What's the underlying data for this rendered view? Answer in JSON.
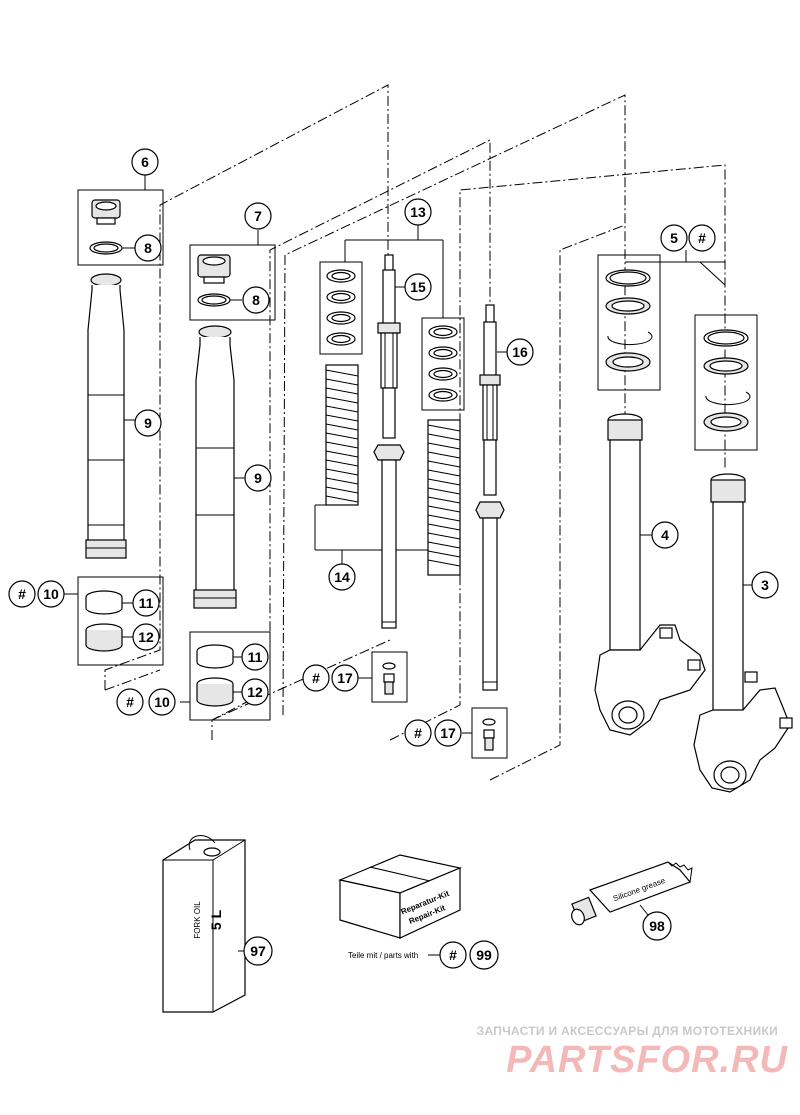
{
  "callouts": {
    "c6": "6",
    "c7": "7",
    "c8a": "8",
    "c8b": "8",
    "c9a": "9",
    "c9b": "9",
    "c10a": "10",
    "c10b": "10",
    "c11a": "11",
    "c11b": "11",
    "c12a": "12",
    "c12b": "12",
    "c13": "13",
    "c14": "14",
    "c15": "15",
    "c16": "16",
    "c17a": "17",
    "c17b": "17",
    "c5": "5",
    "c4": "4",
    "c3": "3",
    "c97": "97",
    "c98": "98",
    "c99": "99",
    "hash": "#"
  },
  "labels": {
    "fork_oil_line1": "FORK OIL",
    "fork_oil_line2": "5 L",
    "repair_kit_line1": "Reparatur-Kit",
    "repair_kit_line2": "Repair-Kit",
    "parts_with": "Teile mit / parts with",
    "silicone": "Silicone grease"
  },
  "watermark": {
    "tagline": "ЗАПЧАСТИ И АКСЕССУАРЫ ДЛЯ МОТОТЕХНИКИ",
    "logo": "PARTSFOR.RU"
  }
}
